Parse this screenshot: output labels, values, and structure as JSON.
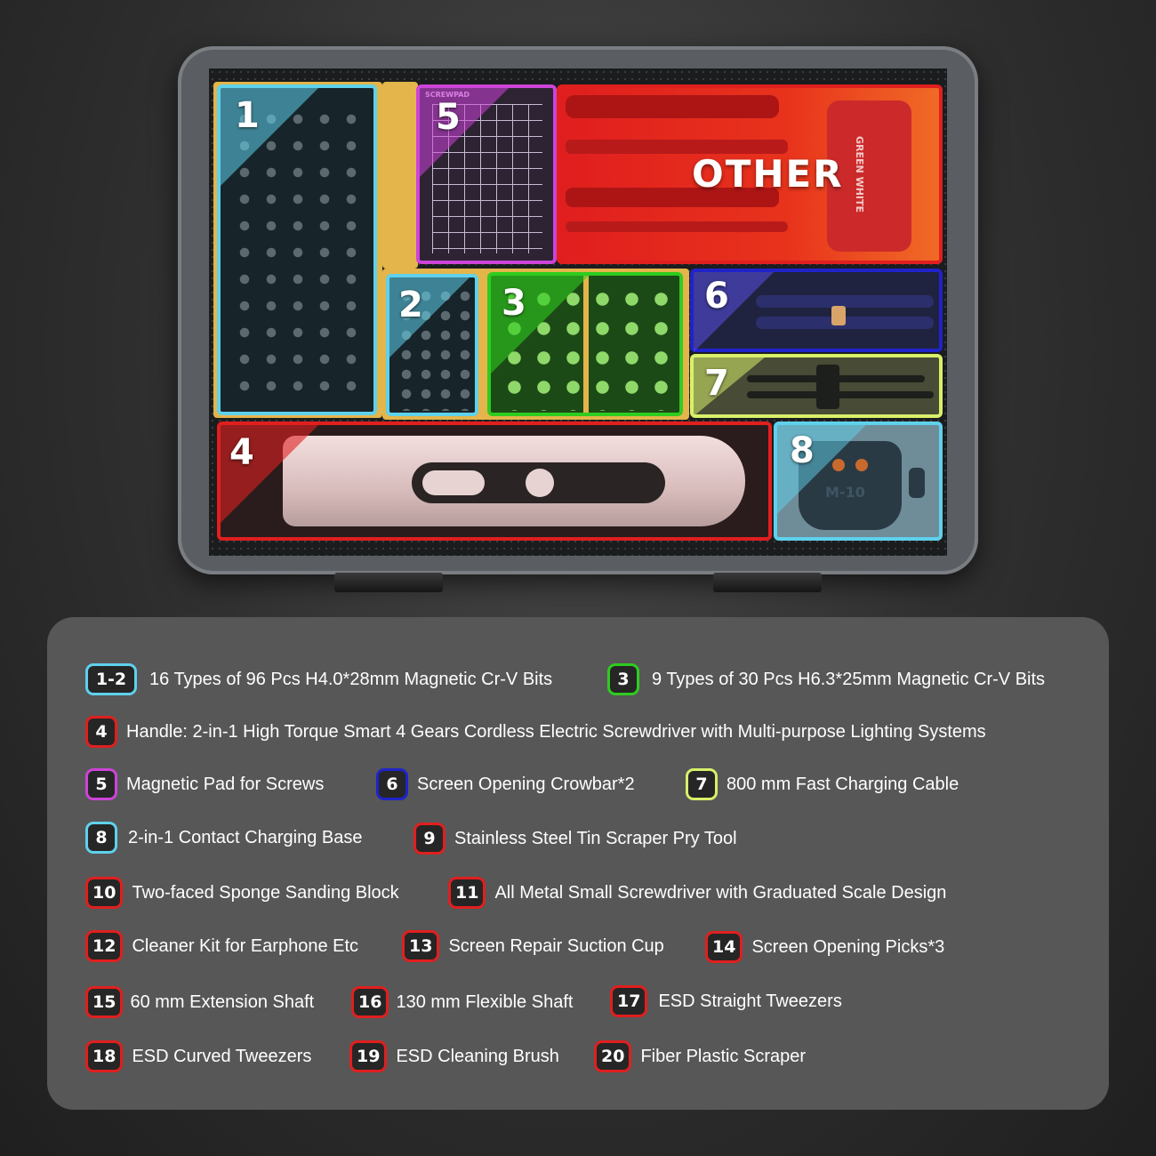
{
  "case": {
    "zones": {
      "z1": "1",
      "z2": "2",
      "z3": "3",
      "z4": "4",
      "z5": "5",
      "z6": "6",
      "z7": "7",
      "z8": "8",
      "other": "OTHER"
    },
    "pad_brand": "SCREWPAD",
    "charger_text": "M-10",
    "cable_hook_text": "GREEN WHITE"
  },
  "colors": {
    "cyan": "#5fd1ec",
    "green": "#2ecc1f",
    "red": "#e01f1f",
    "magenta": "#cc44d8",
    "blue": "#1f23c9",
    "lime": "#d7f06a",
    "legend_bg": "#575757"
  },
  "legend": {
    "row1": [
      {
        "badge": "1-2",
        "label": "16 Types of 96 Pcs H4.0*28mm Magnetic Cr-V Bits"
      },
      {
        "badge": "3",
        "label": "9 Types of 30 Pcs H6.3*25mm Magnetic Cr-V Bits"
      }
    ],
    "row2": [
      {
        "badge": "4",
        "label": "Handle: 2-in-1 High Torque Smart 4 Gears Cordless Electric Screwdriver with Multi-purpose Lighting Systems"
      }
    ],
    "row3": [
      {
        "badge": "5",
        "label": "Magnetic Pad for Screws"
      },
      {
        "badge": "6",
        "label": "Screen Opening Crowbar*2"
      },
      {
        "badge": "7",
        "label": "800 mm Fast Charging Cable"
      }
    ],
    "row4": [
      {
        "badge": "8",
        "label": "2-in-1 Contact Charging Base"
      },
      {
        "badge": "9",
        "label": "Stainless Steel Tin Scraper Pry Tool"
      }
    ],
    "row5": [
      {
        "badge": "10",
        "label": "Two-faced  Sponge Sanding Block"
      },
      {
        "badge": "11",
        "label": "All Metal Small Screwdriver with Graduated Scale Design"
      }
    ],
    "row6": [
      {
        "badge": "12",
        "label": "Cleaner Kit for Earphone Etc"
      },
      {
        "badge": "13",
        "label": "Screen Repair Suction Cup"
      },
      {
        "badge": "14",
        "label": "Screen Opening Picks*3"
      }
    ],
    "row7": [
      {
        "badge": "15",
        "label": "60 mm Extension Shaft"
      },
      {
        "badge": "16",
        "label": "130 mm Flexible Shaft"
      },
      {
        "badge": "17",
        "label": "ESD Straight Tweezers"
      }
    ],
    "row8": [
      {
        "badge": "18",
        "label": "ESD Curved Tweezers"
      },
      {
        "badge": "19",
        "label": "ESD Cleaning Brush"
      },
      {
        "badge": "20",
        "label": "Fiber Plastic Scraper"
      }
    ]
  }
}
